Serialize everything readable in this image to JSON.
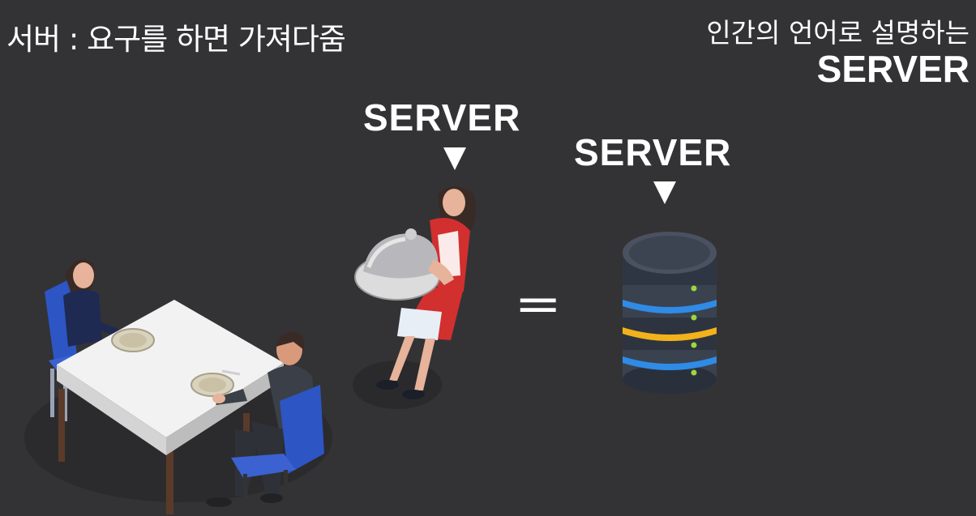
{
  "header": {
    "left_text": "서버 : 요구를 하면 가져다줌",
    "right_subtitle": "인간의 언어로 설명하는",
    "right_title": "SERVER"
  },
  "diagram": {
    "waiter_label": "SERVER",
    "machine_label": "SERVER",
    "equals_sign": "=="
  },
  "colors": {
    "background": "#333335",
    "server_blue": "#2f8be6",
    "server_yellow": "#f2b21b",
    "apron_red": "#d22f2f",
    "chair_blue": "#2d55c4"
  }
}
